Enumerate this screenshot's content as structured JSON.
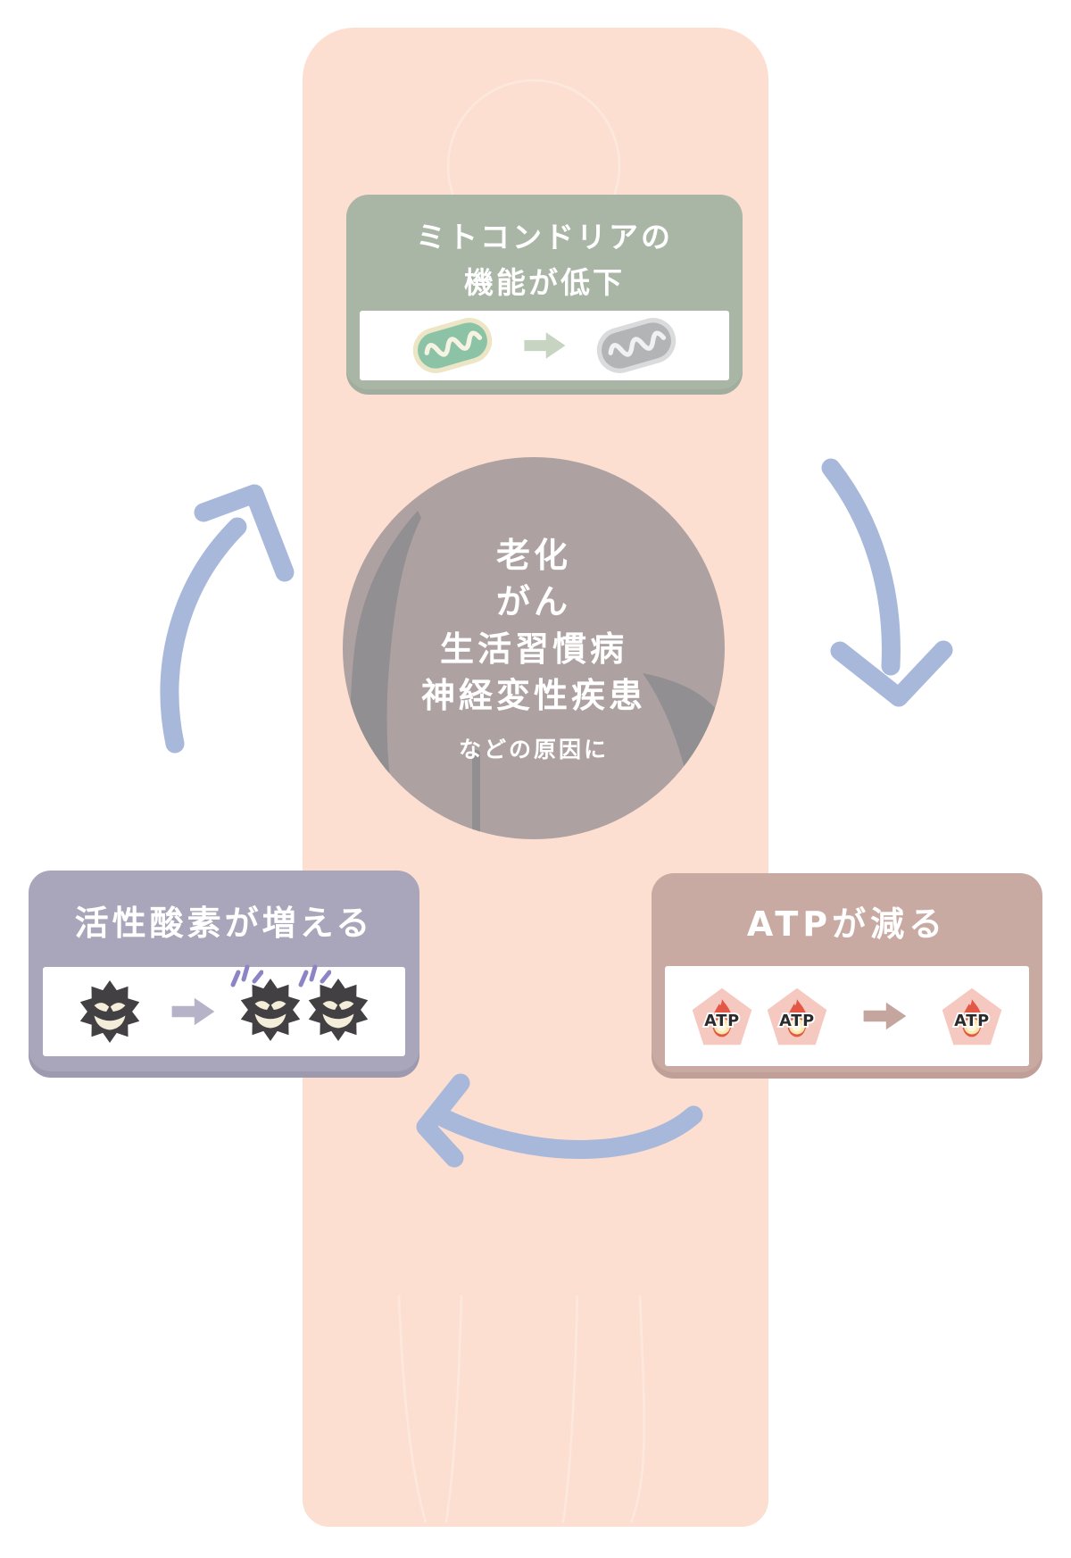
{
  "diagram": {
    "mito_box": {
      "title_line1": "ミトコンドリアの",
      "title_line2": "機能が低下",
      "icons": [
        "healthy-mitochondrion-icon",
        "arrow-right-icon",
        "degraded-mitochondrion-icon"
      ]
    },
    "center_circle": {
      "line1": "老化",
      "line2": "がん",
      "line3": "生活習慣病",
      "line4": "神経変性疾患",
      "note": "などの原因に"
    },
    "ros_box": {
      "title": "活性酸素が増える",
      "icons": [
        "reactive-oxygen-icon",
        "arrow-right-icon",
        "reactive-oxygen-icon",
        "reactive-oxygen-icon"
      ]
    },
    "atp_box": {
      "title": "ATPが減る",
      "atp_label": "ATP",
      "icons": [
        "atp-icon",
        "atp-icon",
        "arrow-right-icon",
        "atp-icon"
      ]
    },
    "colors": {
      "background": "#ffffff",
      "body_silhouette": "#fcdfd0",
      "mito_box": "#a9b6a6",
      "ros_box": "#a9a5ba",
      "atp_box": "#c9aaa3",
      "center_circle": "#aea1a1",
      "center_circle_shade": "#918f92",
      "cycle_arrow": "#a8b8db",
      "panel": "#ffffff",
      "mito_green": "#8cc3a6",
      "mito_gray": "#b2b4b6",
      "creature_body": "#434044",
      "creature_face": "#f3edd9",
      "sparkle": "#8c84c4",
      "atp_pentagon": "#f5c8c0",
      "flame": "#e25745",
      "flame_core": "#fce9a9",
      "title_text": "#ffffff"
    }
  }
}
